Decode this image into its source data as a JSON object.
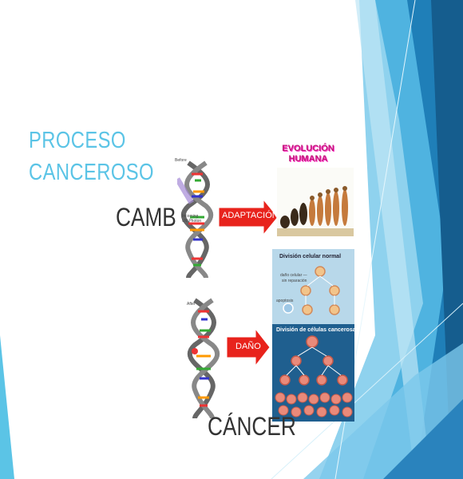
{
  "slide": {
    "title_line1": "PROCESO",
    "title_line2": "CANCEROSO",
    "label_change": "CAMBIO",
    "label_cancer": "CÁNCER",
    "arrow_adaptation": "ADAPTACIÓN",
    "arrow_damage": "DAÑO",
    "evolution_title_line1": "EVOLUCIÓN",
    "evolution_title_line2": "HUMANA"
  },
  "dna": {
    "before_label": "Before",
    "incoming_line1": "Incoming",
    "incoming_line2": "UV Photon",
    "after_label": "After"
  },
  "cell_panel": {
    "normal_title": "División celular normal",
    "damage_line1": "daño celular —",
    "damage_line2": "sin reparación",
    "apoptosis": "apoptosis",
    "cancer_title": "División de células cancerosas"
  },
  "colors": {
    "title": "#5bc4e6",
    "arrow": "#e8231c",
    "panel_bg": "#b8d8ea",
    "panel_dark": "#1f5f8f"
  }
}
